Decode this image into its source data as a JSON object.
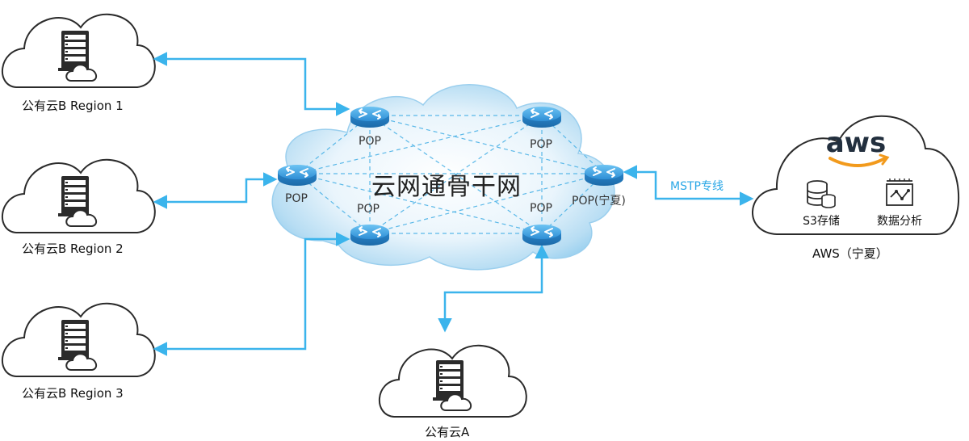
{
  "backbone": {
    "title": "云网通骨干网"
  },
  "pops": [
    {
      "label": "POP"
    },
    {
      "label": "POP"
    },
    {
      "label": "POP"
    },
    {
      "label": "POP(宁夏)"
    },
    {
      "label": "POP"
    },
    {
      "label": "POP"
    }
  ],
  "clouds": {
    "region1": "公有云B  Region 1",
    "region2": "公有云B  Region 2",
    "region3": "公有云B  Region 3",
    "cloudA": "公有云A"
  },
  "aws": {
    "logo": "aws",
    "s3": "S3存储",
    "analytics": "数据分析",
    "caption": "AWS（宁夏）"
  },
  "links": {
    "mstp": "MSTP专线"
  },
  "colors": {
    "arrow": "#3bb4ec",
    "mesh": "#5ab8e8",
    "router": "#3c9fe0",
    "aws_orange": "#f29a1c",
    "aws_text": "#222f3e"
  }
}
